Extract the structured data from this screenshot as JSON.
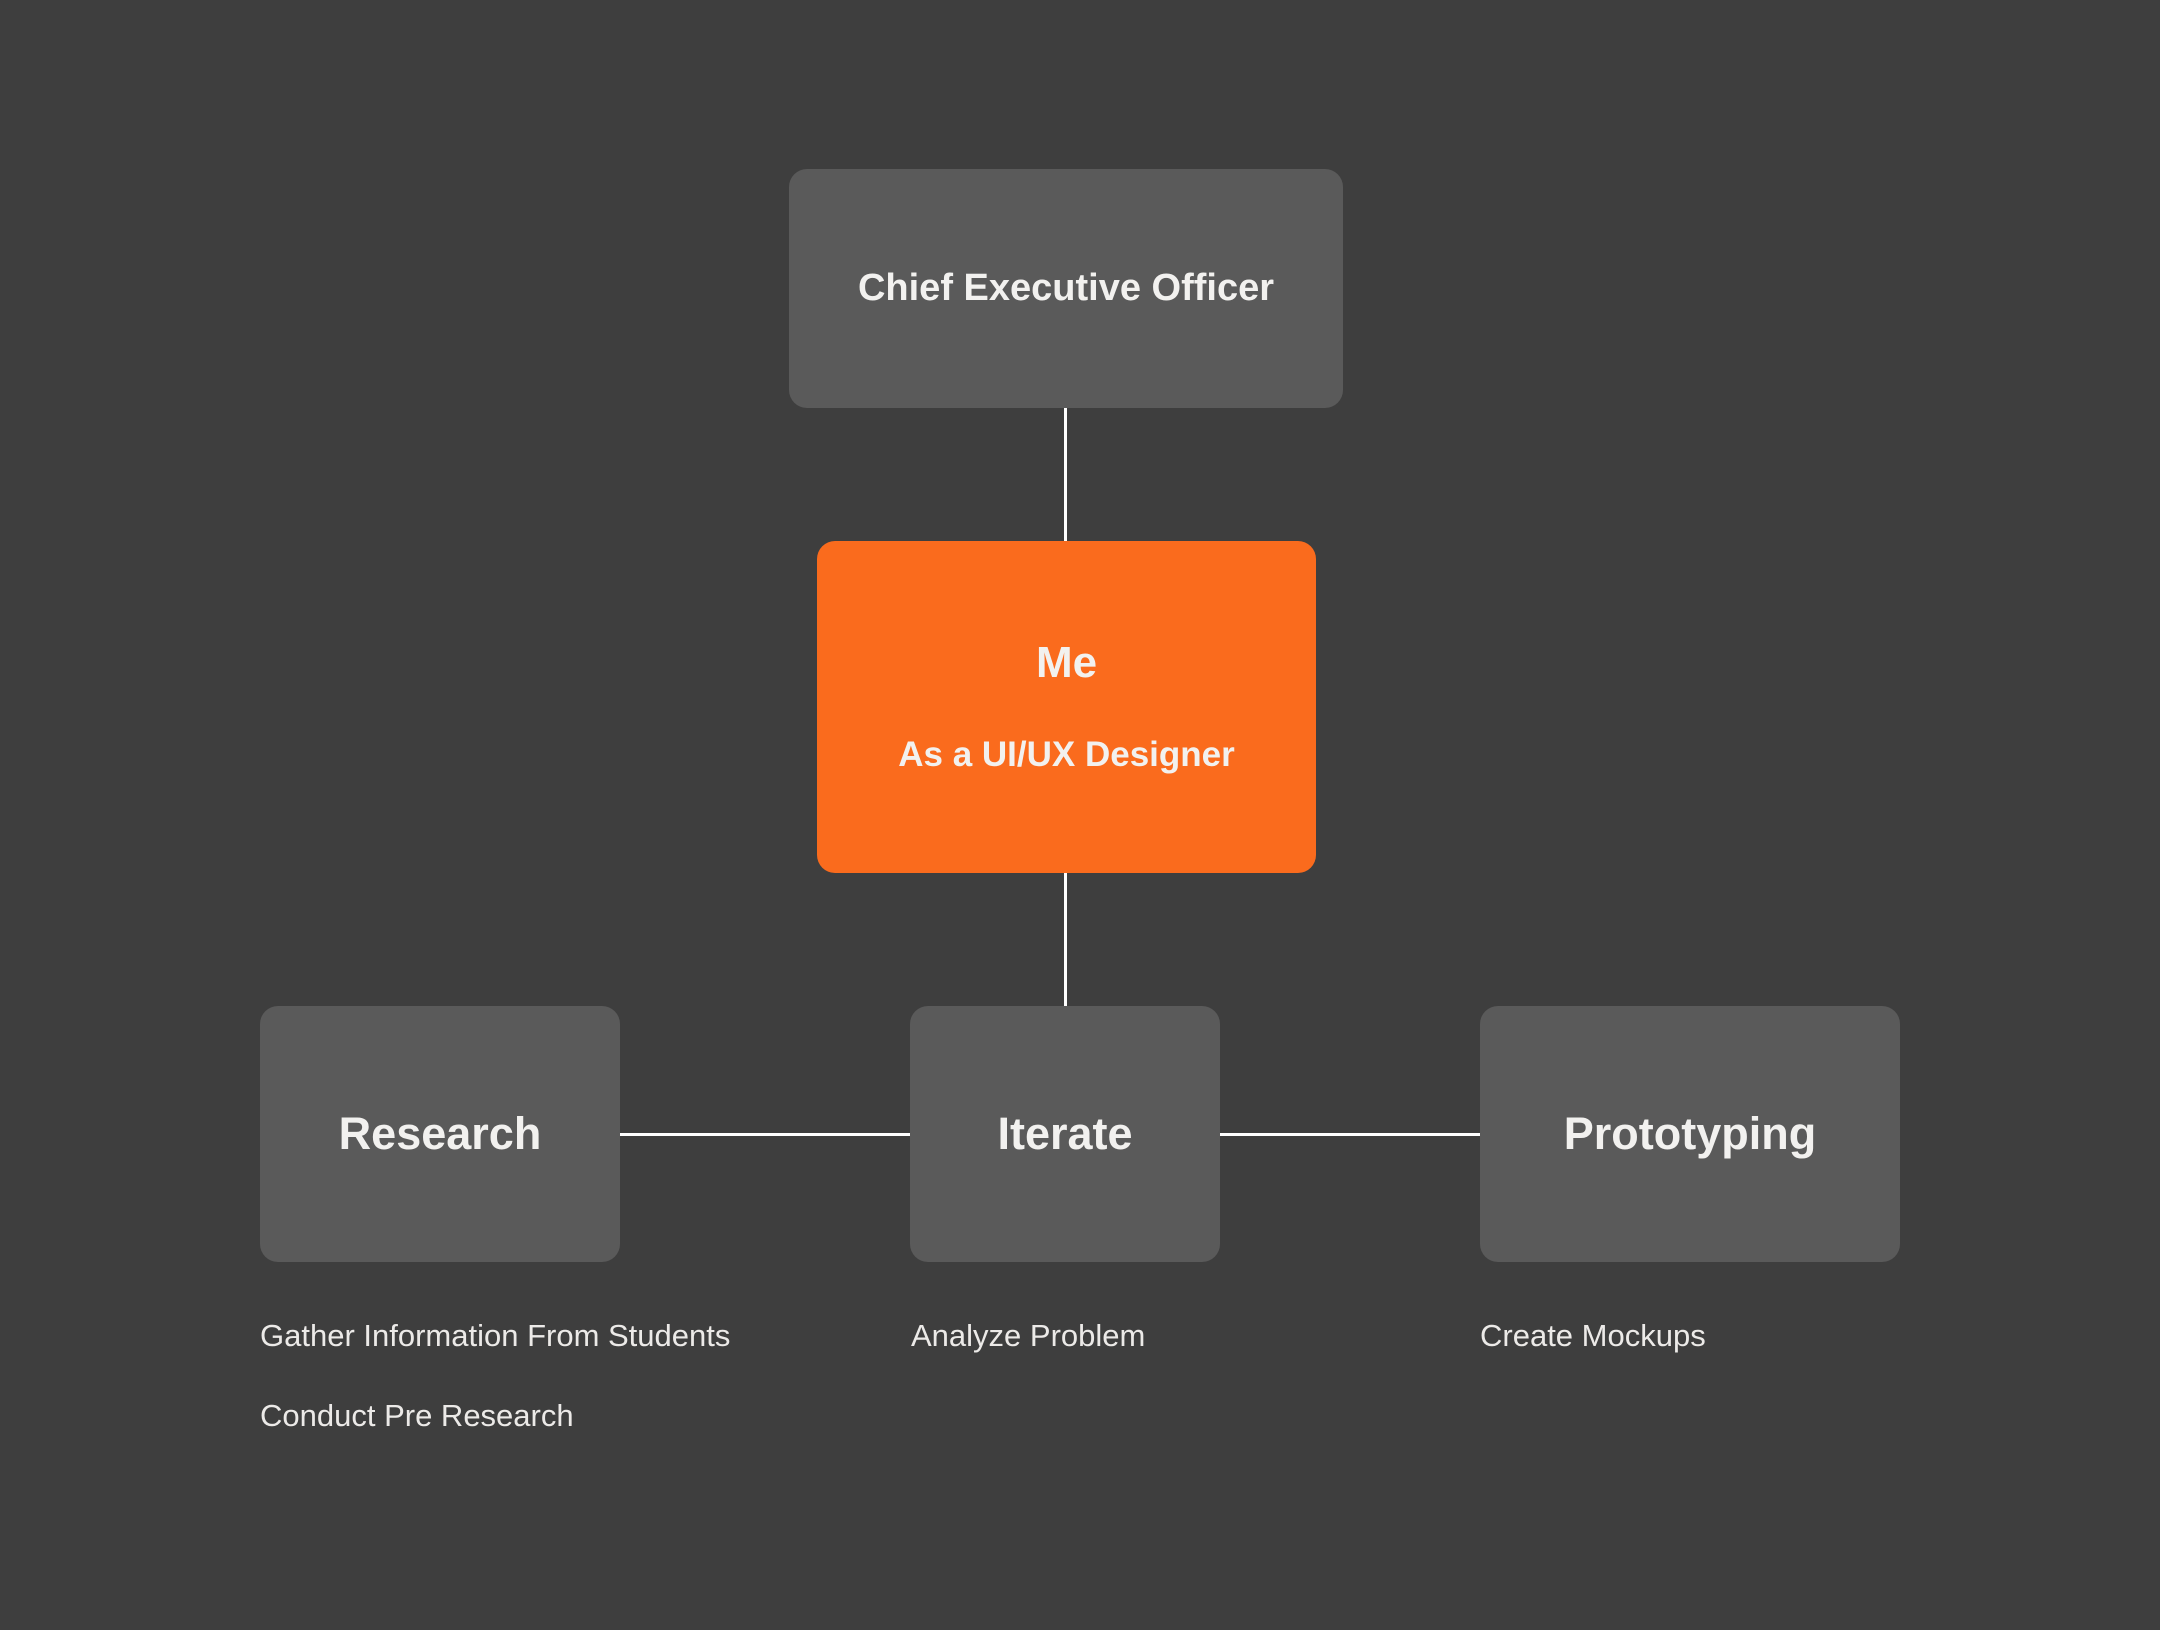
{
  "diagram": {
    "colors": {
      "background": "#3e3e3e",
      "node": "#5a5a5a",
      "accent": "#fa6b1d",
      "connector": "#ffffff",
      "text": "#f2f1ef",
      "note_text": "#eceae8"
    },
    "nodes": {
      "ceo": {
        "label": "Chief Executive Officer"
      },
      "me": {
        "title": "Me",
        "subtitle": "As a UI/UX Designer"
      },
      "research": {
        "label": "Research",
        "notes": [
          "Gather Information From Students",
          "Conduct Pre Research"
        ]
      },
      "iterate": {
        "label": "Iterate",
        "notes": [
          "Analyze Problem"
        ]
      },
      "prototyping": {
        "label": "Prototyping",
        "notes": [
          "Create Mockups"
        ]
      }
    }
  }
}
